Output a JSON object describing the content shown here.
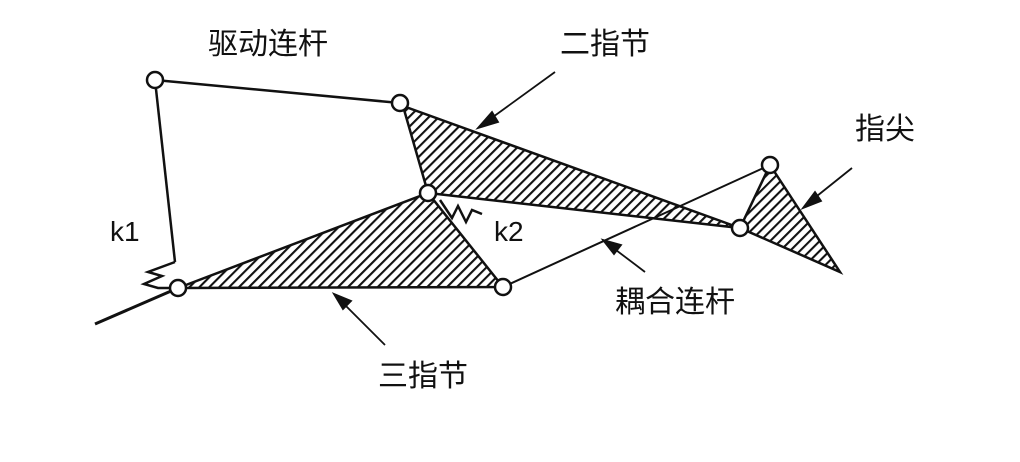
{
  "labels": {
    "drive_link": "驱动连杆",
    "second_phalanx": "二指节",
    "fingertip": "指尖",
    "spring_k1": "k1",
    "spring_k2": "k2",
    "coupling_link": "耦合连杆",
    "third_phalanx": "三指节"
  }
}
